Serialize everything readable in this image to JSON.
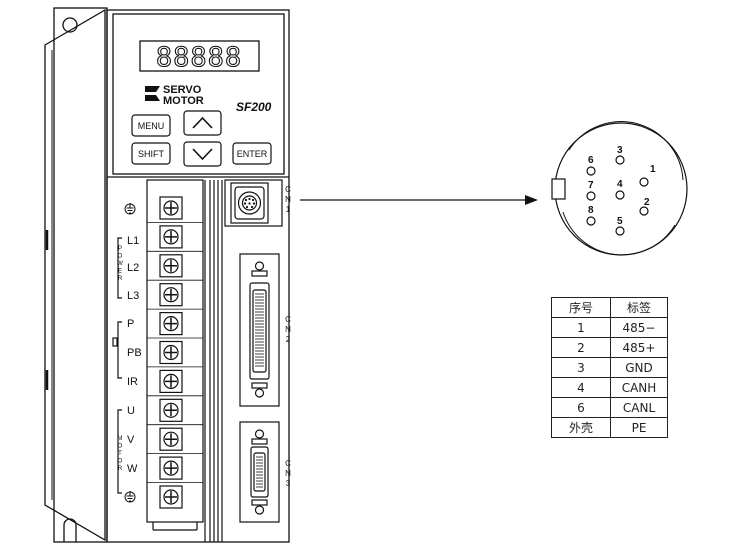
{
  "panel": {
    "display": "88888",
    "brand_line1": "SERVO",
    "brand_line2": "MOTOR",
    "model": "SF200"
  },
  "keys": {
    "menu": "MENU",
    "shift": "SHIFT",
    "enter": "ENTER",
    "up_icon": "up-arrow-icon",
    "down_icon": "down-arrow-icon"
  },
  "terminals": {
    "power_group": "POWER",
    "motor_group": "MOTOR",
    "labels": [
      "L1",
      "L2",
      "L3",
      "P",
      "PB",
      "IR",
      "U",
      "V",
      "W"
    ],
    "ground_icon": "ground-icon"
  },
  "connectors": {
    "cn1": "CN1",
    "cn2": "CN2",
    "cn3": "CN3"
  },
  "pinout": {
    "pins": [
      "1",
      "2",
      "3",
      "4",
      "5",
      "6",
      "7",
      "8"
    ]
  },
  "pin_table": {
    "headers": [
      "序号",
      "标签"
    ],
    "rows": [
      [
        "1",
        "485−"
      ],
      [
        "2",
        "485+"
      ],
      [
        "3",
        "GND"
      ],
      [
        "4",
        "CANH"
      ],
      [
        "6",
        "CANL"
      ],
      [
        "外壳",
        "PE"
      ]
    ]
  }
}
